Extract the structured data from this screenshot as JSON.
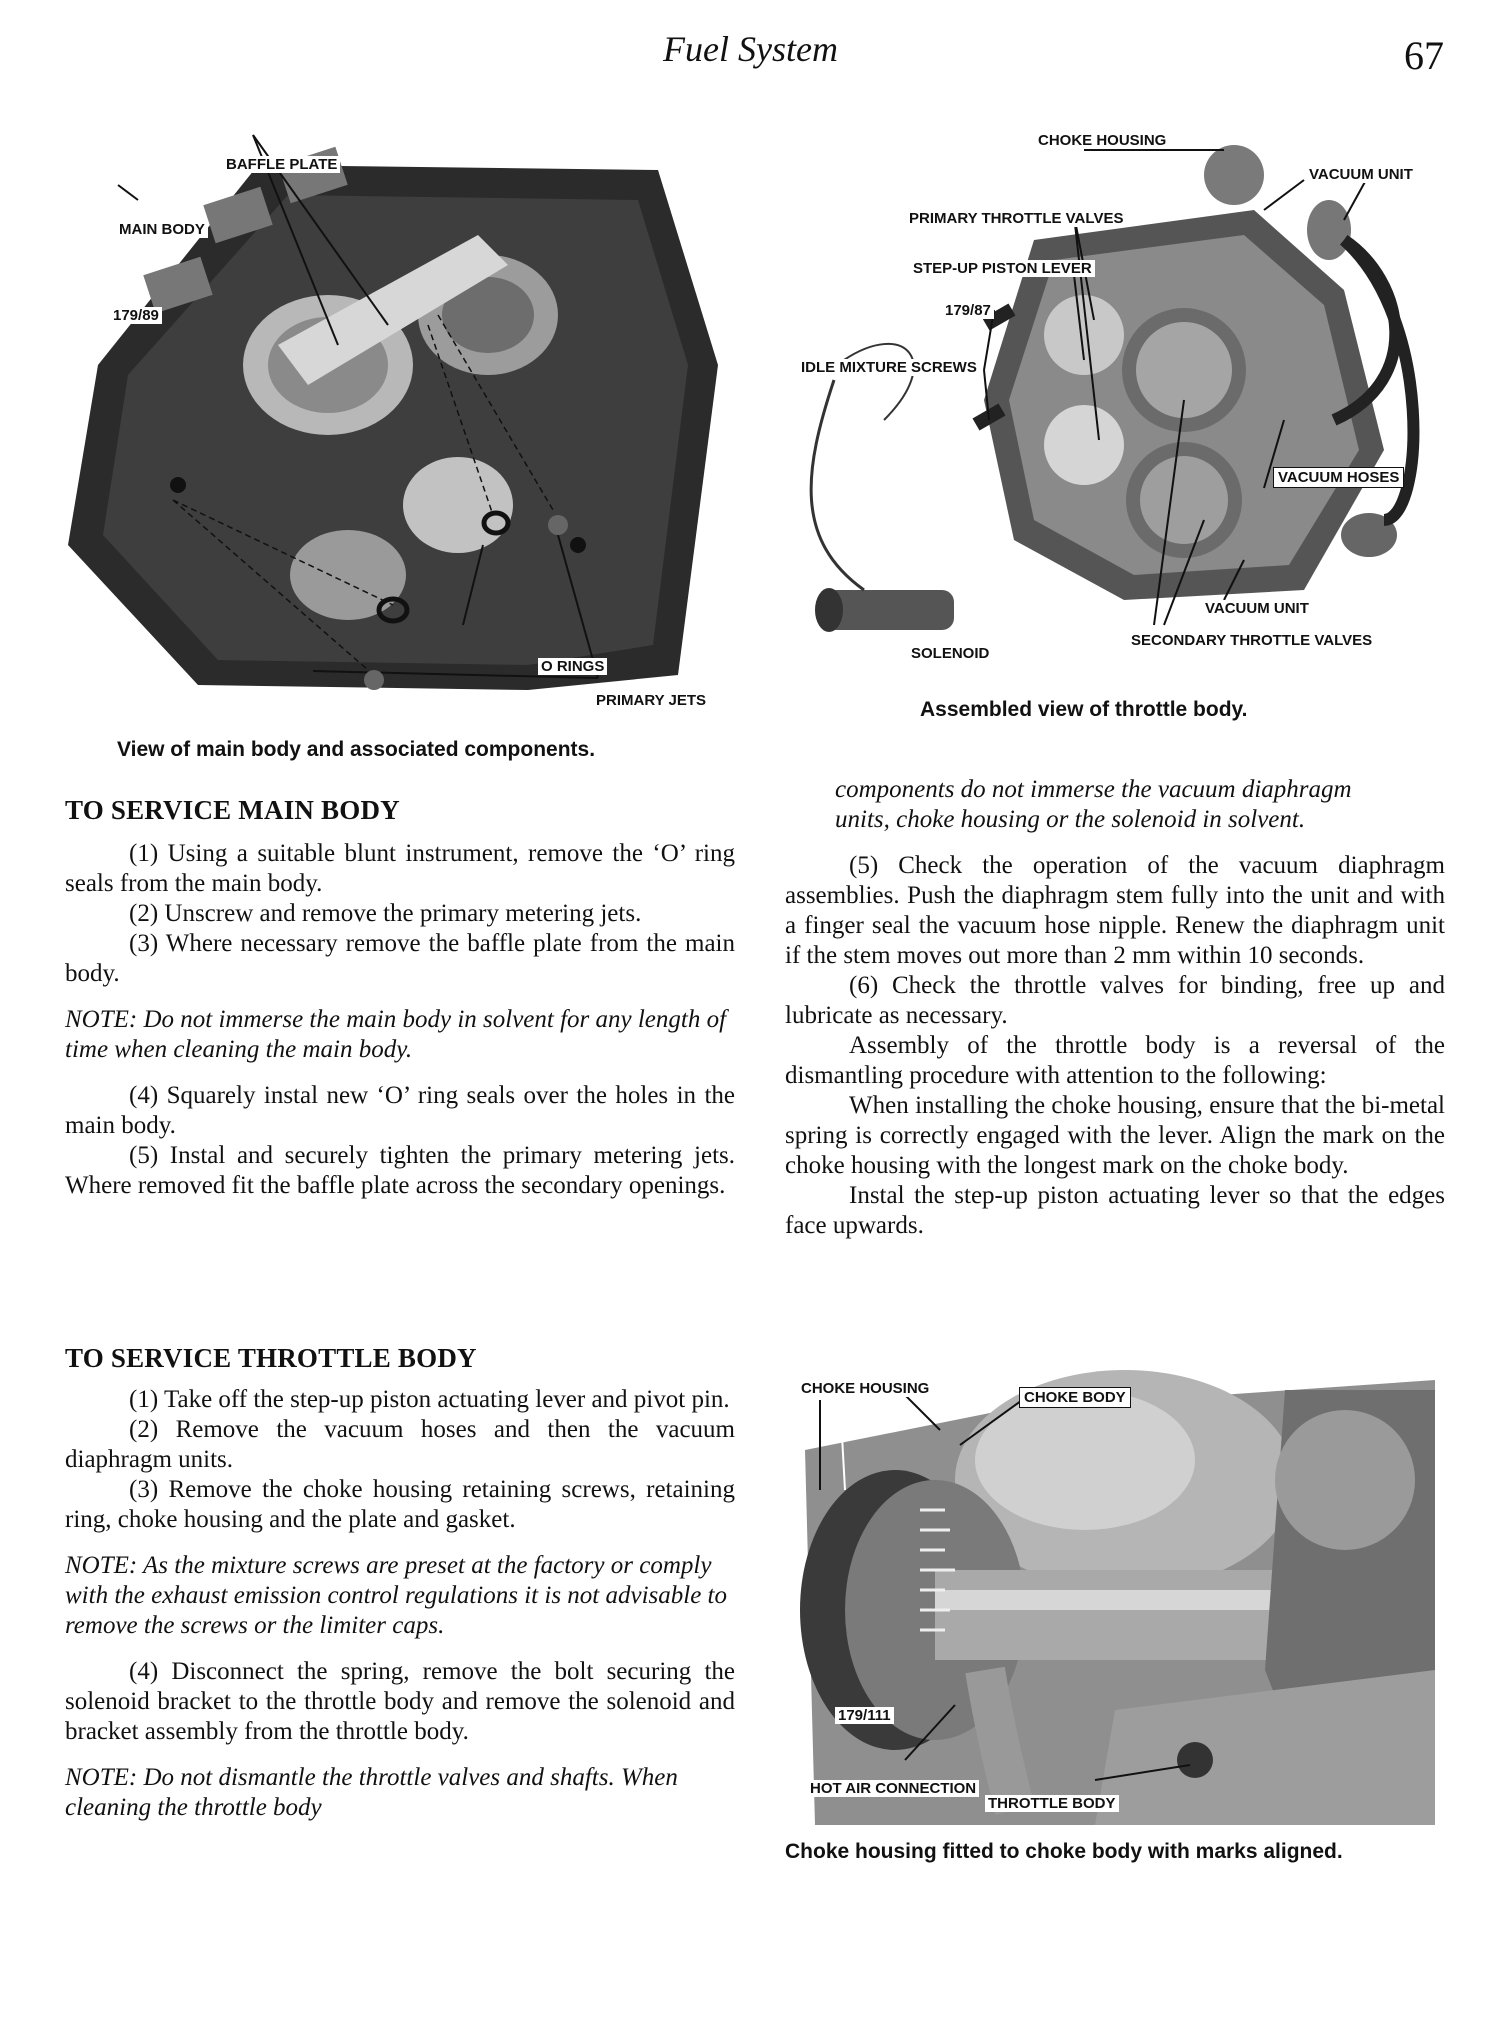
{
  "header": {
    "running_head": "Fuel System",
    "page_number": "67"
  },
  "figures": {
    "main_body": {
      "ref": "179/89",
      "labels": {
        "baffle_plate": "BAFFLE PLATE",
        "main_body": "MAIN BODY",
        "o_rings": "O RINGS",
        "primary_jets": "PRIMARY JETS"
      },
      "caption": "View of main body and associated components."
    },
    "throttle_body": {
      "ref": "179/87",
      "labels": {
        "choke_housing": "CHOKE HOUSING",
        "vacuum_unit_top": "VACUUM UNIT",
        "primary_throttle_valves": "PRIMARY THROTTLE VALVES",
        "step_up_piston_lever": "STEP-UP PISTON LEVER",
        "idle_mixture_screws": "IDLE MIXTURE SCREWS",
        "vacuum_hoses": "VACUUM HOSES",
        "vacuum_unit_bottom": "VACUUM UNIT",
        "solenoid": "SOLENOID",
        "secondary_throttle_valves": "SECONDARY THROTTLE VALVES"
      },
      "caption": "Assembled view of throttle body."
    },
    "choke": {
      "ref": "179/111",
      "labels": {
        "choke_housing": "CHOKE HOUSING",
        "choke_body": "CHOKE BODY",
        "hot_air_connection": "HOT AIR CONNECTION",
        "throttle_body": "THROTTLE BODY"
      },
      "caption": "Choke housing fitted to choke body with marks aligned."
    }
  },
  "left_column": {
    "main_body_section": {
      "heading": "TO SERVICE MAIN BODY",
      "steps": [
        "(1)  Using a suitable blunt instrument, remove the ‘O’ ring seals from the main body.",
        "(2)  Unscrew and remove the primary metering jets.",
        "(3)  Where necessary remove the baffle plate from the main body."
      ],
      "note": "NOTE: Do not immerse the main body in solvent for any length of time when cleaning the main body.",
      "steps_after_note": [
        "(4)  Squarely instal new ‘O’ ring seals over the holes in the main body.",
        "(5)  Instal and securely tighten the primary metering jets. Where removed fit the baffle plate across the secondary openings."
      ]
    },
    "throttle_body_section": {
      "heading": "TO SERVICE THROTTLE BODY",
      "steps": [
        "(1)  Take off the step-up piston actuating lever and pivot pin.",
        "(2)  Remove the vacuum hoses and then the vacuum diaphragm units.",
        "(3)  Remove the choke housing retaining screws, retaining ring, choke housing and the plate and gasket."
      ],
      "note_1": "NOTE: As the mixture screws are preset at the factory or comply with the exhaust emission control regulations it is not advisable to remove the screws or the limiter caps.",
      "step_4": "(4)  Disconnect the spring, remove the bolt securing the solenoid bracket to the throttle body and remove the solenoid and bracket assembly from the throttle body.",
      "note_2": "NOTE: Do not dismantle the throttle valves and shafts. When cleaning the throttle body"
    }
  },
  "right_column": {
    "note_continued": "components do not immerse the vacuum diaphragm units, choke housing or the solenoid in solvent.",
    "paragraphs": [
      "(5)  Check the operation of the vacuum diaphragm assemblies. Push the diaphragm stem fully into the unit and with a finger seal the vacuum hose nipple. Renew the diaphragm unit if the stem moves out more than 2 mm within 10 seconds.",
      "(6)  Check the throttle valves for binding, free up and lubricate as necessary.",
      "Assembly of the throttle body is a reversal of the dismantling procedure with attention to the following:",
      "When installing the choke housing, ensure that the bi-metal spring is correctly engaged with the lever. Align the mark on the choke housing with the longest mark on the choke body.",
      "Instal the step-up piston actuating lever so that the edges face upwards."
    ]
  }
}
